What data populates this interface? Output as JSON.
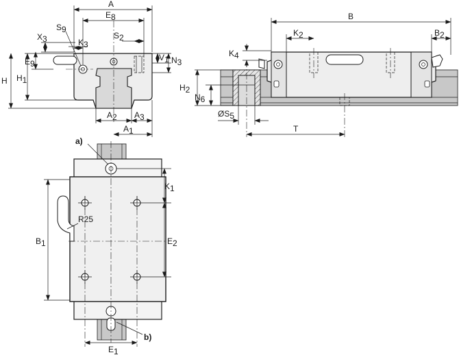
{
  "labels": {
    "A": {
      "main": "A",
      "sub": ""
    },
    "E8": {
      "main": "E",
      "sub": "8"
    },
    "S9": {
      "main": "S",
      "sub": "9"
    },
    "X3": {
      "main": "X",
      "sub": "3"
    },
    "K3": {
      "main": "K",
      "sub": "3"
    },
    "S2": {
      "main": "S",
      "sub": "2"
    },
    "E9": {
      "main": "E",
      "sub": "9"
    },
    "V1": {
      "main": "V",
      "sub": "1"
    },
    "N3": {
      "main": "N",
      "sub": "3"
    },
    "H": {
      "main": "H",
      "sub": ""
    },
    "H1": {
      "main": "H",
      "sub": "1"
    },
    "A2": {
      "main": "A",
      "sub": "2"
    },
    "A3": {
      "main": "A",
      "sub": "3"
    },
    "A1": {
      "main": "A",
      "sub": "1"
    },
    "B": {
      "main": "B",
      "sub": ""
    },
    "K2": {
      "main": "K",
      "sub": "2"
    },
    "B2": {
      "main": "B",
      "sub": "2"
    },
    "K4": {
      "main": "K",
      "sub": "4"
    },
    "H2": {
      "main": "H",
      "sub": "2"
    },
    "N6": {
      "main": "N",
      "sub": "6"
    },
    "S5": {
      "main": "ØS",
      "sub": "5"
    },
    "T": {
      "main": "T",
      "sub": ""
    },
    "a": {
      "main": "a)",
      "sub": ""
    },
    "K1": {
      "main": "K",
      "sub": "1"
    },
    "R25": {
      "main": "R25",
      "sub": ""
    },
    "B1": {
      "main": "B",
      "sub": "1"
    },
    "E2": {
      "main": "E",
      "sub": "2"
    },
    "b": {
      "main": "b)",
      "sub": ""
    },
    "E1": {
      "main": "E",
      "sub": "1"
    }
  }
}
